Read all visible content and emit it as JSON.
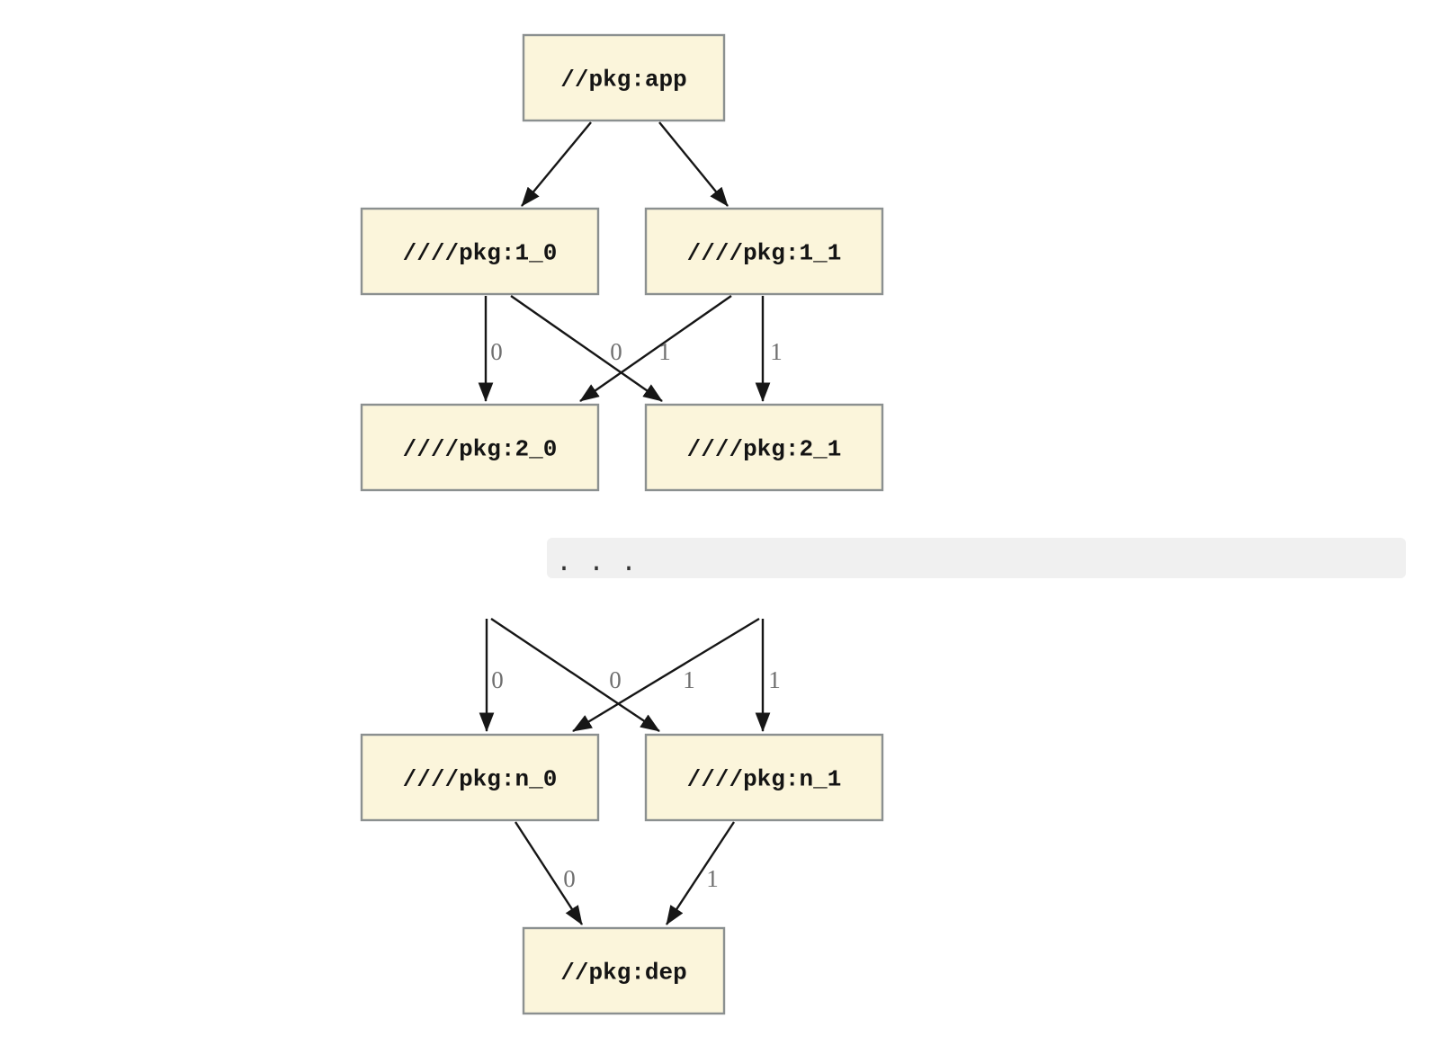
{
  "graph": {
    "nodes": {
      "app": {
        "label": "//pkg:app"
      },
      "l1_0": {
        "label": "////pkg:1_0"
      },
      "l1_1": {
        "label": "////pkg:1_1"
      },
      "l2_0": {
        "label": "////pkg:2_0"
      },
      "l2_1": {
        "label": "////pkg:2_1"
      },
      "ln_0": {
        "label": "////pkg:n_0"
      },
      "ln_1": {
        "label": "////pkg:n_1"
      },
      "dep": {
        "label": "//pkg:dep"
      }
    },
    "edge_labels": {
      "e_1_0_to_2_0": "0",
      "e_1_1_to_2_0": "0",
      "e_1_0_to_2_1": "1",
      "e_1_1_to_2_1": "1",
      "e_prev_to_n_0_straight": "0",
      "e_prev_to_n_0_cross": "0",
      "e_prev_to_n_1_cross": "1",
      "e_prev_to_n_1_straight": "1",
      "e_n_0_to_dep": "0",
      "e_n_1_to_dep": "1"
    },
    "separator": {
      "text": ".  .  ."
    },
    "colors": {
      "background": "#FFFFFF",
      "node_fill": "#FBF5DB",
      "node_border": "#8B9090",
      "edge": "#161616",
      "edge_label": "#6F6F6F",
      "separator_bg": "#F0F0F0",
      "separator_text": "#333333"
    }
  }
}
